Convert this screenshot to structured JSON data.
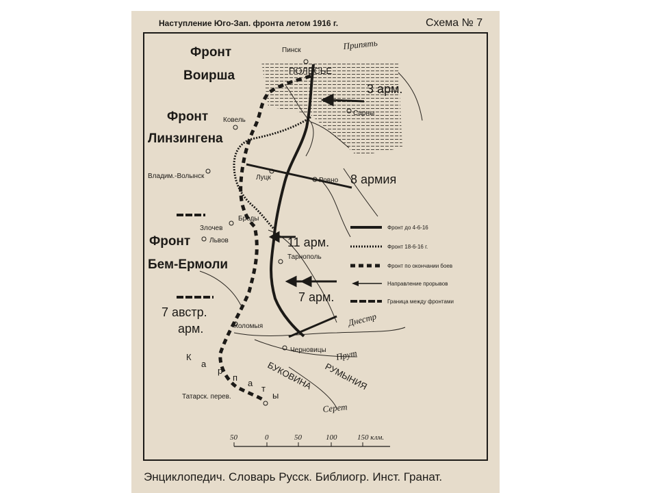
{
  "header": {
    "title": "Наступление Юго-Зап. фронта летом 1916 г.",
    "scheme": "Схема № 7"
  },
  "fronts": {
    "voirsh_1": "Фронт",
    "voirsh_2": "Воирша",
    "linz_1": "Фронт",
    "linz_2": "Линзингена",
    "bem_1": "Фронт",
    "bem_2": "Бем-Ермоли",
    "aust7_1": "7 австр.",
    "aust7_2": "арм."
  },
  "armies": {
    "a3": "3 арм.",
    "a8": "8 армия",
    "a11": "11 арм.",
    "a7": "7 арм."
  },
  "places": {
    "pinsk": "Пинск",
    "polesye": "ПОЛЕСЬЕ",
    "sarny": "Сарны",
    "kovel": "Ковель",
    "vladim": "Владим.-Волынск",
    "lutsk": "Луцк",
    "rovno": "Ровно",
    "brody": "Броды",
    "zlochev": "Злочев",
    "lvov": "Львов",
    "tarnopol": "Тарнополь",
    "kolomyya": "Коломыя",
    "chernovtsy": "Черновицы",
    "bukovina": "БУКОВИНА",
    "rumyniya": "РУМЫНИЯ",
    "tatarsk": "Татарск. перев.",
    "karpaty": [
      "К",
      "а",
      "р",
      "п",
      "а",
      "т",
      "ы"
    ]
  },
  "rivers": {
    "pripyat": "Припять",
    "dnestr": "Днестр",
    "prut": "Прут",
    "seret": "Серет"
  },
  "legend": [
    {
      "label": "Фронт до 4-6-16"
    },
    {
      "label": "Фронт 18-6-16 г."
    },
    {
      "label": "Фронт по окончании боев"
    },
    {
      "label": "Направление прорывов"
    },
    {
      "label": "Граница между фронтами"
    }
  ],
  "scale": {
    "ticks": [
      "50",
      "0",
      "50",
      "100",
      "150 клм."
    ]
  },
  "footer": "Энциклопедич. Словарь Русск. Библиогр. Инст. Гранат.",
  "colors": {
    "paper": "#e6dccb",
    "ink": "#1c1a17"
  }
}
